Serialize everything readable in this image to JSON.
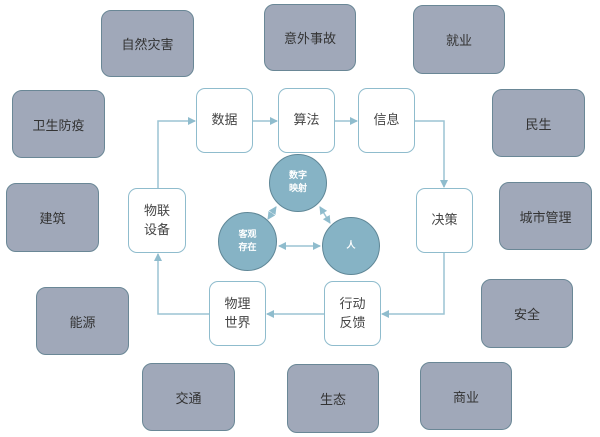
{
  "outer_domains": [
    "自然灾害",
    "意外事故",
    "就业",
    "卫生防疫",
    "民生",
    "建筑",
    "城市管理",
    "能源",
    "安全",
    "交通",
    "生态",
    "商业"
  ],
  "cycle": {
    "data": "数据",
    "algorithm": "算法",
    "information": "信息",
    "decision": "决策",
    "action_feedback": [
      "行动",
      "反馈"
    ],
    "physical_world": [
      "物理",
      "世界"
    ],
    "iot_devices": [
      "物联",
      "设备"
    ]
  },
  "core": {
    "digital_mapping": [
      "数字",
      "映射"
    ],
    "objective_existence": [
      "客观",
      "存在"
    ],
    "human": "人"
  },
  "colors": {
    "outer_fill": "#a0a8b9",
    "inner_border": "#8fbccd",
    "circle_fill": "#86b3c5",
    "arrow": "#9cc4d3"
  }
}
